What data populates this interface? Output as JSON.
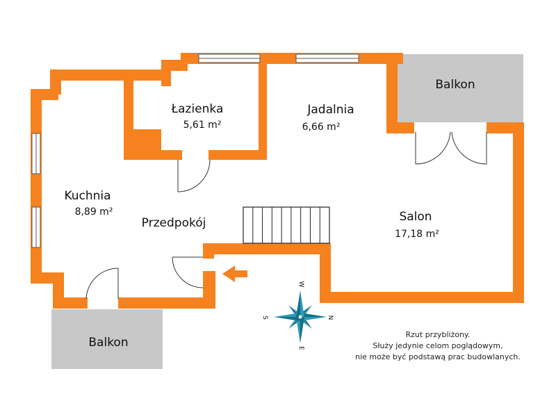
{
  "colors": {
    "wall": "#f5821f",
    "balcony": "#c8c8c8",
    "compass": "#2a9bb8",
    "arrow": "#f5821f"
  },
  "rooms": {
    "lazienka": {
      "name": "Łazienka",
      "area": "5,61 m²"
    },
    "jadalnia": {
      "name": "Jadalnia",
      "area": "6,66 m²"
    },
    "kuchnia": {
      "name": "Kuchnia",
      "area": "8,89 m²"
    },
    "przedpokoj": {
      "name": "Przedpokój"
    },
    "salon": {
      "name": "Salon",
      "area": "17,18 m²"
    },
    "balkon_top": {
      "name": "Balkon"
    },
    "balkon_bottom": {
      "name": "Balkon"
    }
  },
  "compass": {
    "n": "N",
    "s": "S",
    "e": "E",
    "w": "W"
  },
  "note": {
    "line1": "Rzut przybliżony.",
    "line2": "Służy jedynie celom poglądowym,",
    "line3": "nie może być podstawą prac budowlanych."
  },
  "icons": {
    "entrance": "entrance-arrow-icon",
    "compass": "compass-rose-icon"
  }
}
